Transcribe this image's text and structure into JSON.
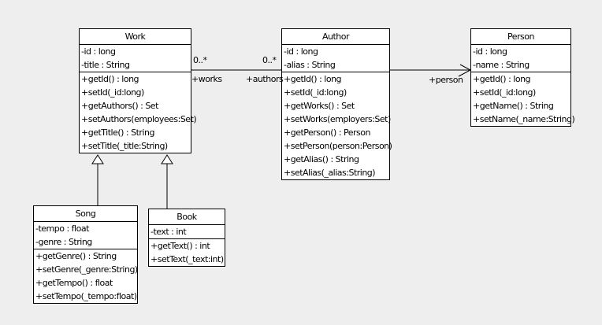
{
  "diagram_type": "uml-class-diagram",
  "colors": {
    "background": "#eeeeee",
    "box_fill": "#ffffff",
    "line": "#000000",
    "text": "#000000"
  },
  "classes": [
    {
      "name": "Work",
      "attributes": [
        "-id : long",
        "-title : String"
      ],
      "methods": [
        "+getId() : long",
        "+setId(_id:long)",
        "+getAuthors() : Set",
        "+setAuthors(employees:Set)",
        "+getTitle() : String",
        "+setTitle(_title:String)"
      ]
    },
    {
      "name": "Author",
      "attributes": [
        "-id : long",
        "-alias : String"
      ],
      "methods": [
        "+getId() : long",
        "+setId(_id:long)",
        "+getWorks() : Set",
        "+setWorks(employers:Set)",
        "+getPerson() : Person",
        "+setPerson(person:Person)",
        "+getAlias() : String",
        "+setAlias(_alias:String)"
      ]
    },
    {
      "name": "Person",
      "attributes": [
        "-id : long",
        "-name : String"
      ],
      "methods": [
        "+getId() : long",
        "+setId(_id:long)",
        "+getName() : String",
        "+setName(_name:String)"
      ]
    },
    {
      "name": "Song",
      "attributes": [
        "-tempo : float",
        "-genre : String"
      ],
      "methods": [
        "+getGenre() : String",
        "+setGenre(_genre:String)",
        "+getTempo() : float",
        "+setTempo(_tempo:float)"
      ]
    },
    {
      "name": "Book",
      "attributes": [
        "-text : int"
      ],
      "methods": [
        "+getText() : int",
        "+setText(_text:int)"
      ]
    }
  ],
  "associations": [
    {
      "from": "Work",
      "to": "Author",
      "labels": {
        "mult_from": "0..*",
        "mult_to": "0..*",
        "role_from": "+works",
        "role_to": "+authors"
      }
    },
    {
      "from": "Author",
      "to": "Person",
      "arrow": "open",
      "labels": {
        "role_to": "+person"
      }
    }
  ],
  "generalizations": [
    {
      "from": "Song",
      "to": "Work"
    },
    {
      "from": "Book",
      "to": "Work"
    }
  ]
}
